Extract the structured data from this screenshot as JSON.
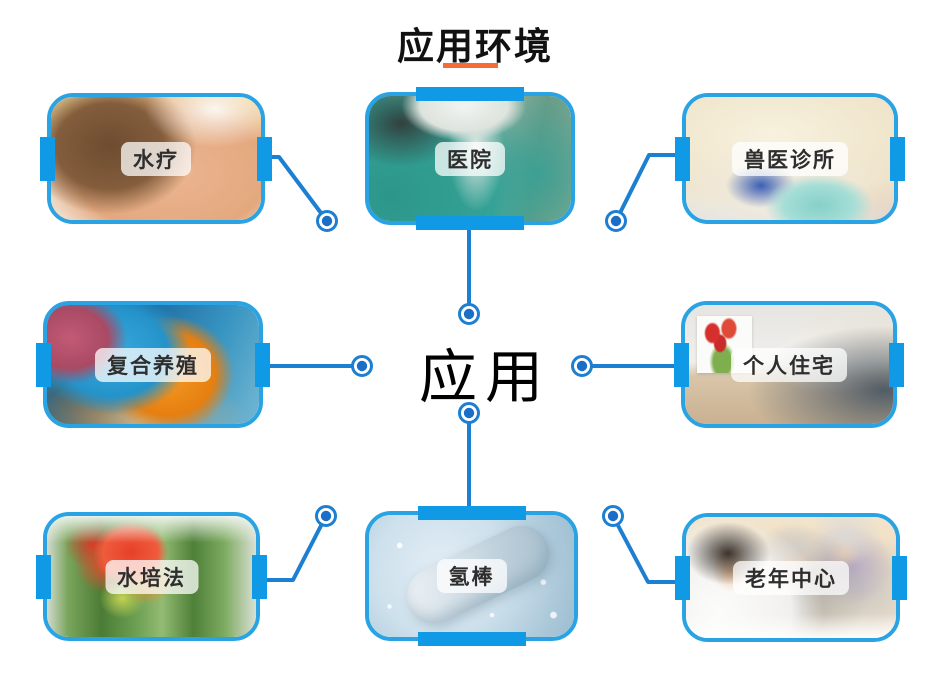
{
  "title": "应用环境",
  "center_label": "应用",
  "cards": [
    {
      "id": "spa",
      "label": "水疗"
    },
    {
      "id": "hospital",
      "label": "医院"
    },
    {
      "id": "vet",
      "label": "兽医诊所"
    },
    {
      "id": "fish",
      "label": "复合养殖"
    },
    {
      "id": "home",
      "label": "个人住宅"
    },
    {
      "id": "tomato",
      "label": "水培法"
    },
    {
      "id": "hydrogen",
      "label": "氢棒"
    },
    {
      "id": "senior",
      "label": "老年中心"
    }
  ],
  "colors": {
    "card_border": "#29a3e3",
    "tab_fill": "#109ae6",
    "connector_line": "#1c7fd2",
    "connector_dot": "#1a6ec8",
    "title_underline": "#f76c35",
    "title_text": "#111111"
  }
}
